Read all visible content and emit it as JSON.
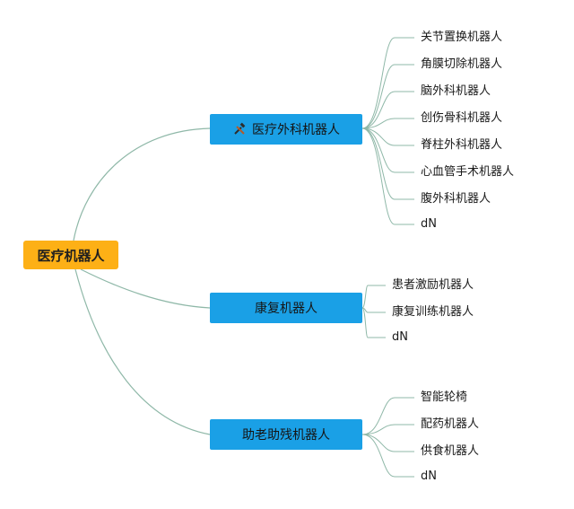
{
  "root": {
    "label": "医疗机器人"
  },
  "branches": [
    {
      "label": "医疗外科机器人",
      "icon": "tools-icon",
      "leaves": [
        "关节置换机器人",
        "角膜切除机器人",
        "脑外科机器人",
        "创伤骨科机器人",
        "脊柱外科机器人",
        "心血管手术机器人",
        "腹外科机器人",
        "dN"
      ]
    },
    {
      "label": "康复机器人",
      "leaves": [
        "患者激励机器人",
        "康复训练机器人",
        "dN"
      ]
    },
    {
      "label": "助老助残机器人",
      "leaves": [
        "智能轮椅",
        "配药机器人",
        "供食机器人",
        "dN"
      ]
    }
  ],
  "colors": {
    "root_fill": "#fdb016",
    "branch_fill": "#1aa0e6",
    "connector": "#8fb8a8"
  }
}
